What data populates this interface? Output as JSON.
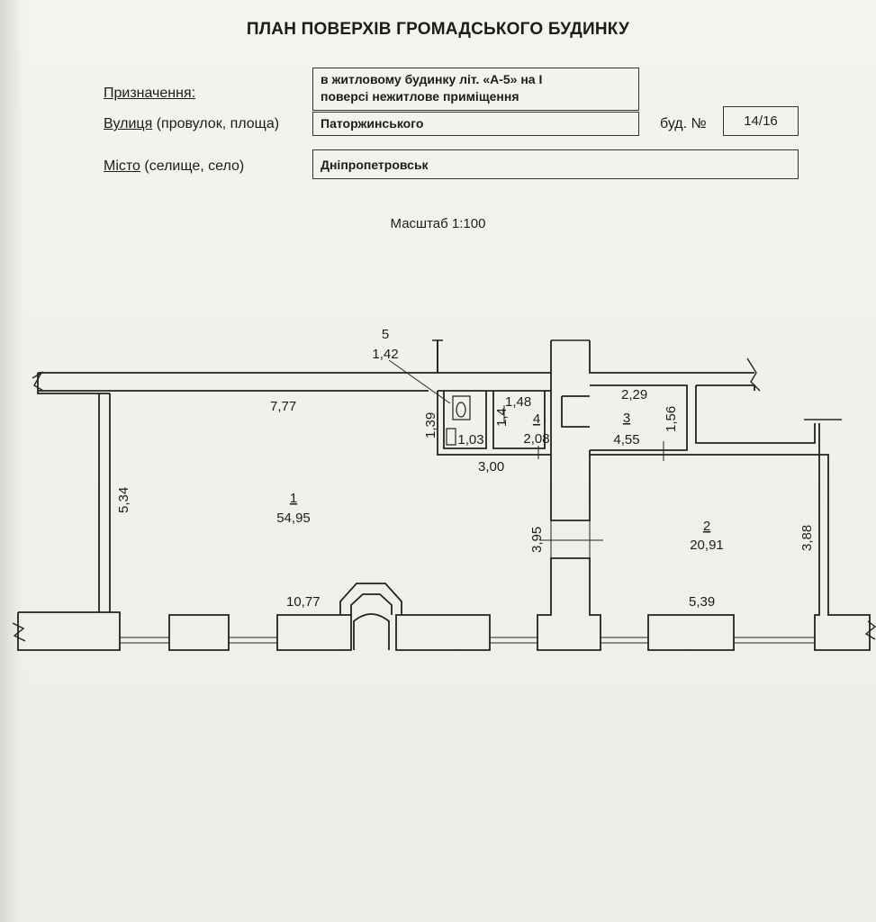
{
  "header": {
    "title": "ПЛАН ПОВЕРХІВ ГРОМАДСЬКОГО БУДИНКУ",
    "purpose_label": "Призначення:",
    "purpose_value_line1": "в житловому будинку літ. «А-5» на І",
    "purpose_value_line2": "поверсі нежитлове приміщення",
    "street_label_underlined": "Вулиця",
    "street_label_rest": " (провулок, площа)",
    "street_value": "Паторжинського",
    "building_label": "буд. №",
    "building_value": "14/16",
    "city_label_underlined": "Місто",
    "city_label_rest": " (селище, село)",
    "city_value": "Дніпропетровськ"
  },
  "scale": "Масштаб 1:100",
  "rooms": [
    {
      "number": "1",
      "area": "54,95"
    },
    {
      "number": "2",
      "area": "20,91"
    },
    {
      "number": "3",
      "area": "4,55"
    },
    {
      "number": "4",
      "area": "2,08"
    },
    {
      "number": "5",
      "area": "1,42"
    },
    {
      "number": "",
      "area": "1,03"
    }
  ],
  "dimensions": {
    "d_7_77": "7,77",
    "d_5_34": "5,34",
    "d_1_39": "1,39",
    "d_1_4": "1,4",
    "d_1_48": "1,48",
    "d_3_00": "3,00",
    "d_2_29": "2,29",
    "d_1_56": "1,56",
    "d_3_95": "3,95",
    "d_3_88": "3,88",
    "d_10_77": "10,77",
    "d_5_39": "5,39"
  }
}
